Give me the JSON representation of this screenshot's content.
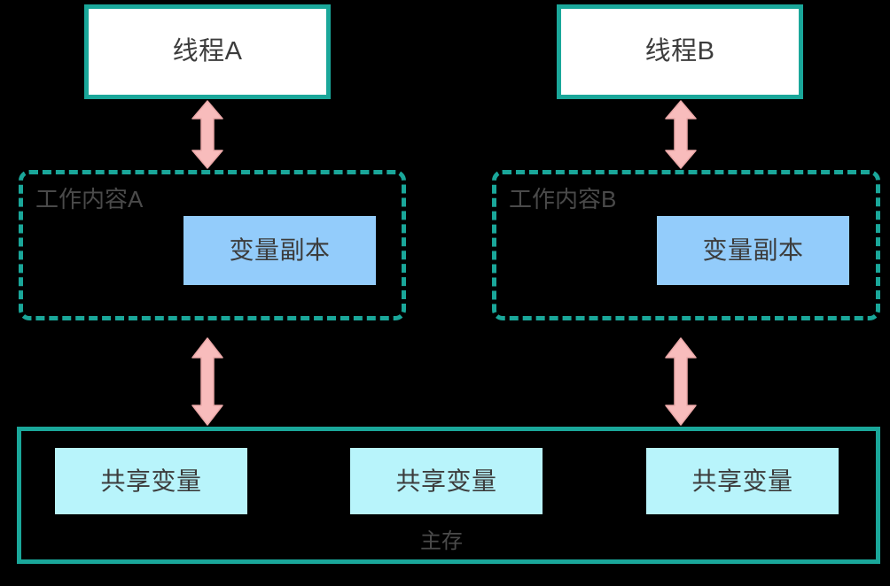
{
  "diagram": {
    "title": "Java Memory Model (JMM) thread working memory diagram",
    "colors": {
      "background": "#000000",
      "teal_border": "#1aa79a",
      "thread_fill": "#ffffff",
      "variable_copy_fill": "#93ccfb",
      "shared_variable_fill": "#b8f4fb",
      "arrow_fill": "#f8bcbc",
      "arrow_stroke": "#e89a9a",
      "text": "#3c3c3c",
      "label_text": "#4a4a4a"
    },
    "threads": [
      {
        "label": "线程A"
      },
      {
        "label": "线程B"
      }
    ],
    "working_memories": [
      {
        "label": "工作内容A",
        "variable_copy": "变量副本"
      },
      {
        "label": "工作内容B",
        "variable_copy": "变量副本"
      }
    ],
    "main_memory": {
      "label": "主存",
      "shared_variables": [
        {
          "label": "共享变量"
        },
        {
          "label": "共享变量"
        },
        {
          "label": "共享变量"
        }
      ]
    },
    "arrows": [
      {
        "name": "thread-a-to-working-memory-a",
        "direction": "bidirectional"
      },
      {
        "name": "thread-b-to-working-memory-b",
        "direction": "bidirectional"
      },
      {
        "name": "working-memory-a-to-main-memory",
        "direction": "bidirectional"
      },
      {
        "name": "working-memory-b-to-main-memory",
        "direction": "bidirectional"
      }
    ]
  }
}
